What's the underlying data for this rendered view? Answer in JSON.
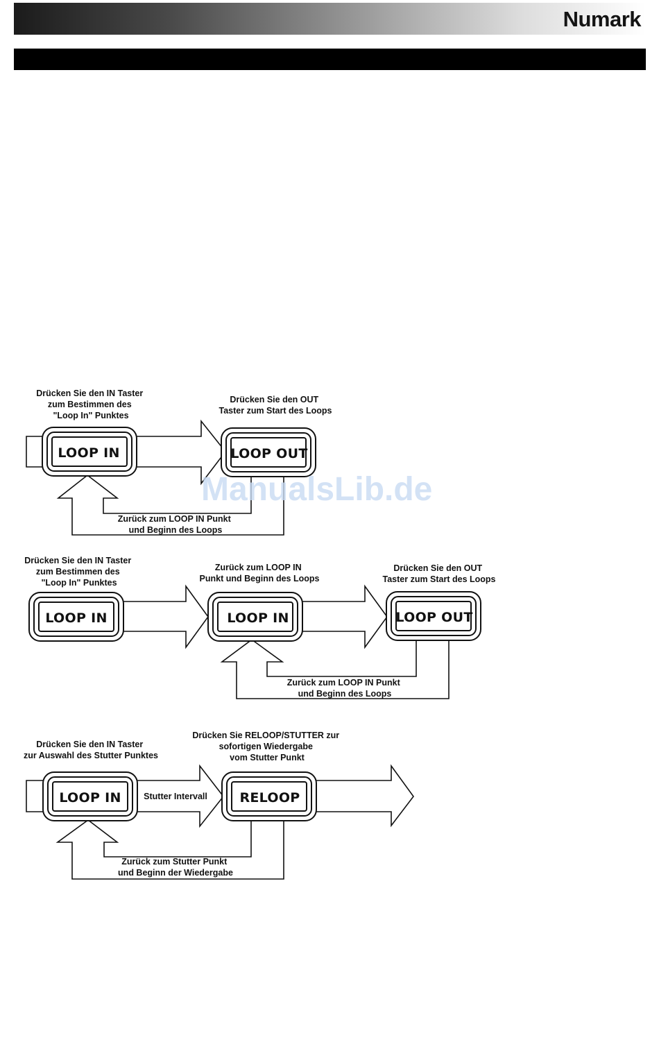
{
  "header": {
    "brand": "Numark"
  },
  "watermark": "ManualsLib.de",
  "diagram1": {
    "label_in": [
      "Drücken Sie den IN Taster",
      "zum Bestimmen des",
      "\"Loop In\" Punktes"
    ],
    "label_out": [
      "Drücken Sie den OUT",
      "Taster zum Start des Loops"
    ],
    "button_in": "LOOP IN",
    "button_out": "LOOP OUT",
    "label_return": [
      "Zurück zum LOOP IN Punkt",
      "und Beginn des Loops"
    ]
  },
  "diagram2": {
    "label_in": [
      "Drücken Sie den IN Taster",
      "zum Bestimmen des",
      "\"Loop In\" Punktes"
    ],
    "label_mid": [
      "Zurück zum LOOP IN",
      "Punkt und Beginn des Loops"
    ],
    "label_out": [
      "Drücken Sie den OUT",
      "Taster zum Start des Loops"
    ],
    "button_in_1": "LOOP IN",
    "button_in_2": "LOOP IN",
    "button_out": "LOOP OUT",
    "label_return": [
      "Zurück zum LOOP IN Punkt",
      "und Beginn des Loops"
    ]
  },
  "diagram3": {
    "label_in": [
      "Drücken Sie den IN Taster",
      "zur Auswahl des Stutter Punktes"
    ],
    "label_reloop": [
      "Drücken Sie RELOOP/STUTTER zur",
      "sofortigen Wiedergabe",
      "vom Stutter Punkt"
    ],
    "button_in": "LOOP IN",
    "button_reloop": "RELOOP",
    "label_interval": "Stutter Intervall",
    "label_return": [
      "Zurück zum Stutter Punkt",
      "und Beginn der Wiedergabe"
    ]
  }
}
